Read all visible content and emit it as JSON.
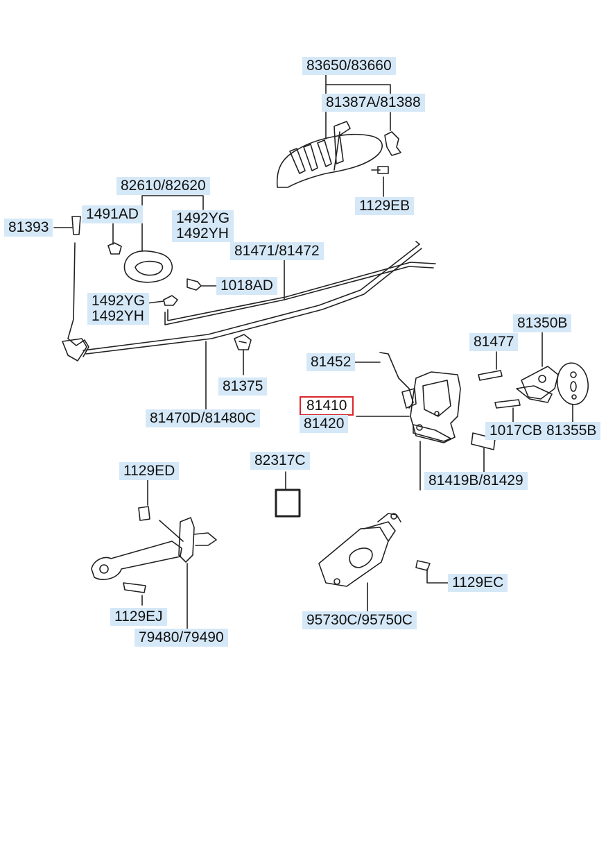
{
  "labels": {
    "l83650": "83650/83660",
    "l81387": "81387A/81388",
    "l1129eb": "1129EB",
    "l82610": "82610/82620",
    "l1491ad": "1491AD",
    "l1492yg_top": "1492YG",
    "l1492yh_top": "1492YH",
    "l81393": "81393",
    "l81471": "81471/81472",
    "l1018ad": "1018AD",
    "l1492yg_bot": "1492YG",
    "l1492yh_bot": "1492YH",
    "l81350b": "81350B",
    "l81477": "81477",
    "l81452": "81452",
    "l81375": "81375",
    "l81410": "81410",
    "l81420": "81420",
    "l81470d": "81470D/81480C",
    "l1017cb": "1017CB",
    "l81355b": "81355B",
    "l82317c": "82317C",
    "l81419b": "81419B/81429",
    "l1129ed": "1129ED",
    "l1129ec": "1129EC",
    "l1129ej": "1129EJ",
    "l95730c": "95730C/95750C",
    "l79480": "79480/79490"
  },
  "colors": {
    "label_bg": "#d5e8f7",
    "highlight_border": "#d9252c",
    "line": "#222222"
  },
  "selected_part": "81410"
}
